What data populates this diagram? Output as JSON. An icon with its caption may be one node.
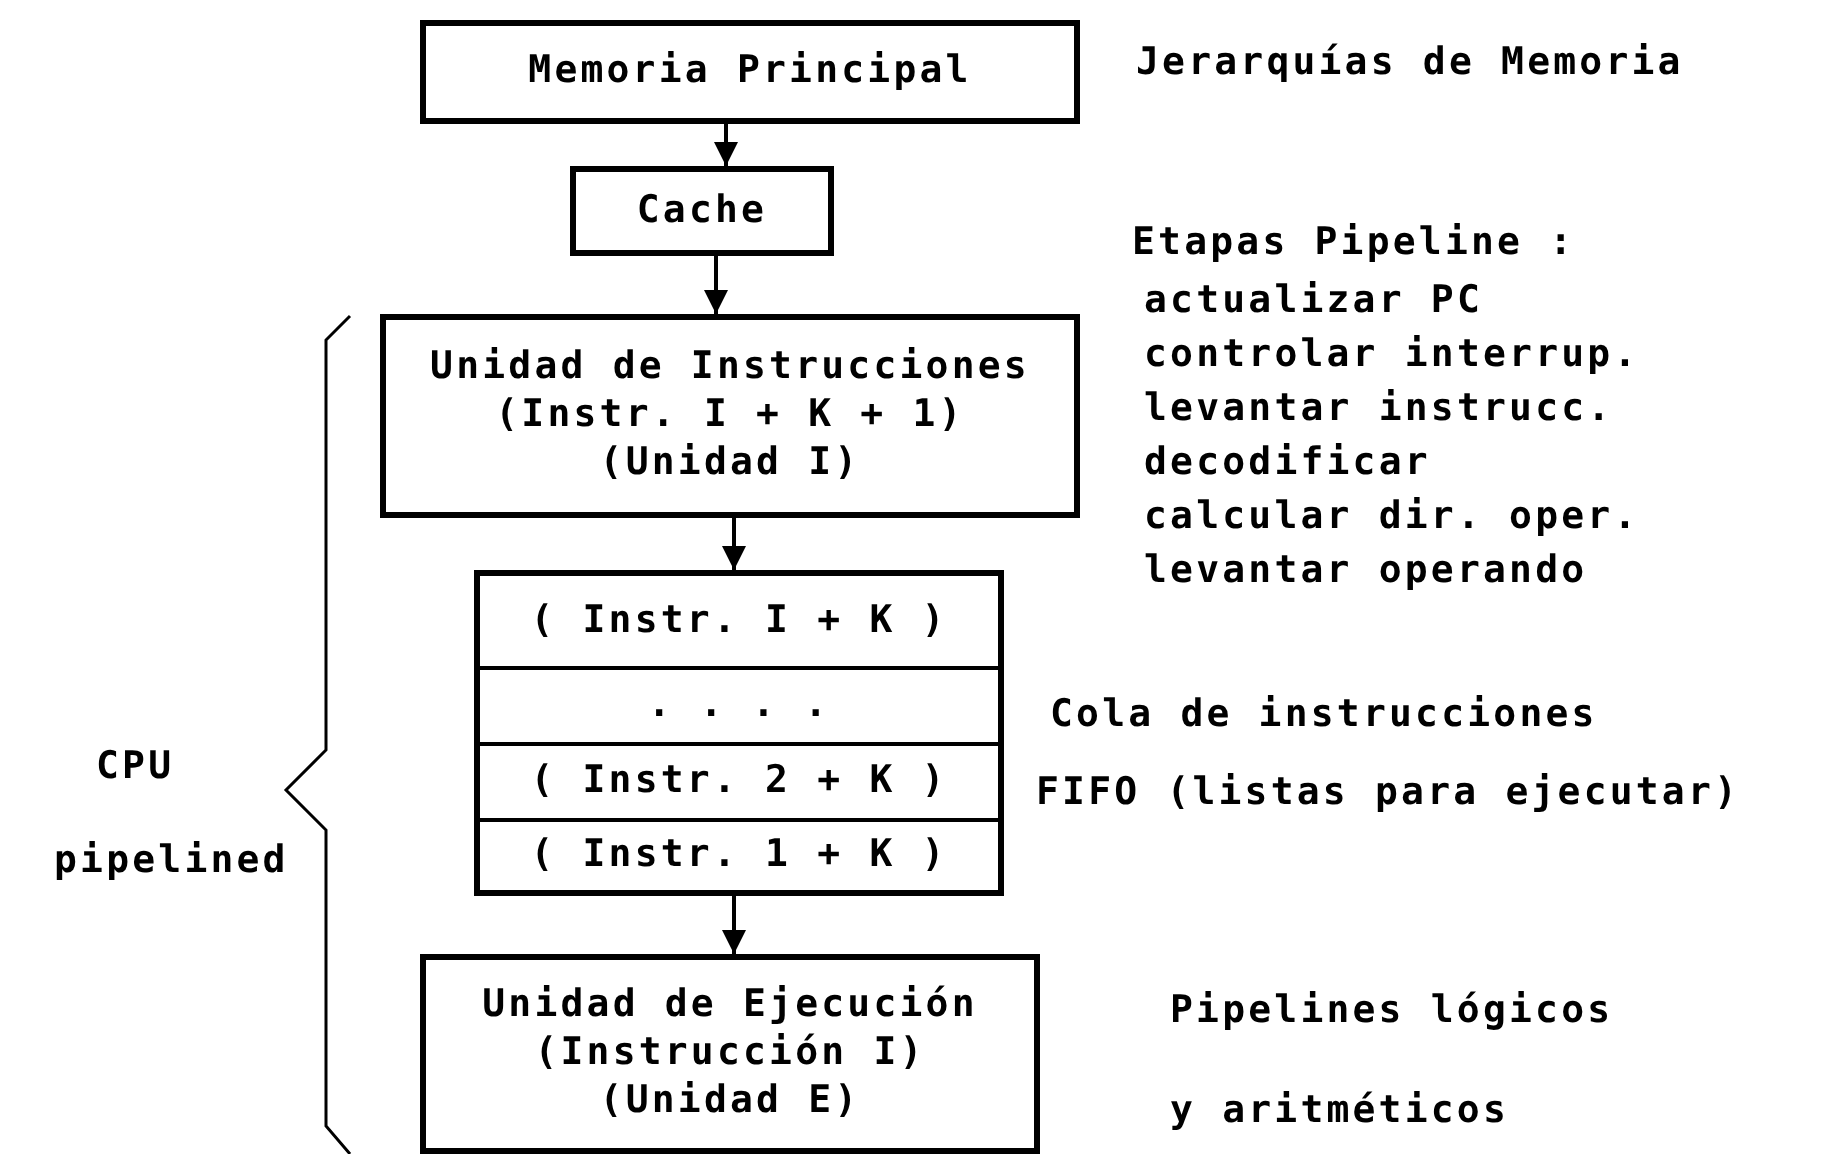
{
  "diagram": {
    "nodes": [
      {
        "text": [
          "Memoria Principal"
        ]
      },
      {
        "text": [
          "Cache"
        ]
      },
      {
        "text": [
          "Unidad de Instrucciones",
          "(Instr. I + K + 1)",
          "(Unidad I)"
        ]
      },
      {
        "text": [],
        "shape": "box"
      },
      {
        "text": [
          "( Instr. I + K )"
        ],
        "in": 3
      },
      {
        "text": [
          ". . . ."
        ],
        "in": 3
      },
      {
        "text": [
          "( Instr. 2 + K )"
        ],
        "in": 3
      },
      {
        "text": [
          "( Instr. 1 + K )"
        ],
        "in": 3
      },
      {
        "text": [
          "Unidad de Ejecución",
          "(Instrucción I)",
          "(Unidad E)"
        ]
      }
    ],
    "edges": [
      {
        "from": 0,
        "to": 1,
        "arrow": "to"
      },
      {
        "from": 1,
        "to": 2,
        "arrow": "to"
      },
      {
        "from": 2,
        "to": 3,
        "arrow": "to"
      },
      {
        "from": 3,
        "to": 8,
        "arrow": "to"
      }
    ],
    "labels": [
      "Jerarquías de Memoria",
      "Etapas Pipeline :",
      "actualizar PC",
      "controlar interrup.",
      "levantar instrucc.",
      "decodificar",
      "calcular dir. oper.",
      "levantar operando",
      "Cola de instrucciones",
      "FIFO (listas para ejecutar)",
      "CPU",
      "pipelined",
      "Pipelines lógicos",
      "y aritméticos"
    ]
  }
}
